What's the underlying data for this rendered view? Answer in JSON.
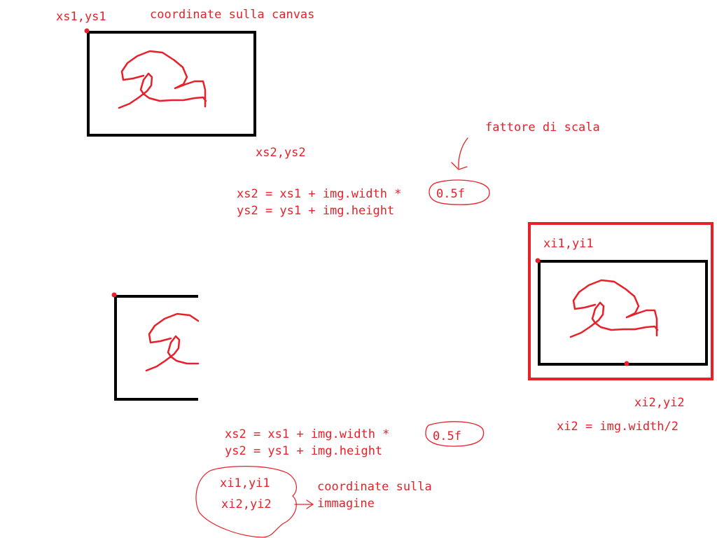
{
  "colors": {
    "ink_red": "#e8202a",
    "ink_black": "#000000",
    "background": "#ffffff"
  },
  "labels": {
    "xs1ys1": "xs1,ys1",
    "canvas_coords": "coordinate sulla canvas",
    "xs2ys2": "xs2,ys2",
    "scale_factor": "fattore di scala",
    "eq1_line1": "xs2 = xs1 + img.width *",
    "eq1_scale": "0.5f",
    "eq1_line2": "ys2 = ys1 + img.height",
    "xi1yi1": "xi1,yi1",
    "xi2yi2": "xi2,yi2",
    "xi2_formula": "xi2 = img.width/2",
    "eq2_line1": "xs2 = xs1 + img.width *",
    "eq2_scale": "0.5f",
    "eq2_line2": "ys2 = ys1 + img.height",
    "note_xi1yi1": "xi1,yi1",
    "note_xi2yi2": "xi2,yi2",
    "image_coords_line1": "coordinate sulla",
    "image_coords_line2": "immagine"
  }
}
